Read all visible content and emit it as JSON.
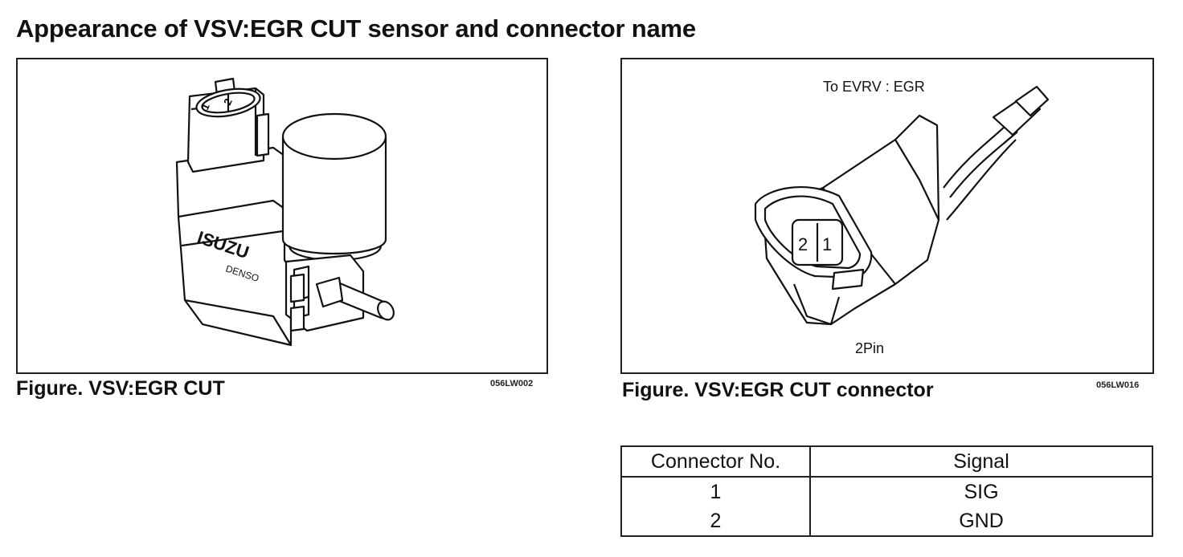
{
  "page": {
    "title": "Appearance of VSV:EGR CUT sensor and connector name"
  },
  "figure_left": {
    "caption": "Figure. VSV:EGR CUT",
    "code": "056LW002",
    "label_pin1": "1",
    "label_pin2": "2",
    "brand": "ISUZU",
    "maker": "DENSO"
  },
  "figure_right": {
    "caption": "Figure. VSV:EGR CUT connector",
    "code": "056LW016",
    "label_top": "To EVRV : EGR",
    "label_bottom": "2Pin",
    "label_pin2": "2",
    "label_pin1": "1"
  },
  "table": {
    "headers": [
      "Connector No.",
      "Signal"
    ],
    "rows": [
      [
        "1",
        "SIG"
      ],
      [
        "2",
        "GND"
      ]
    ]
  }
}
